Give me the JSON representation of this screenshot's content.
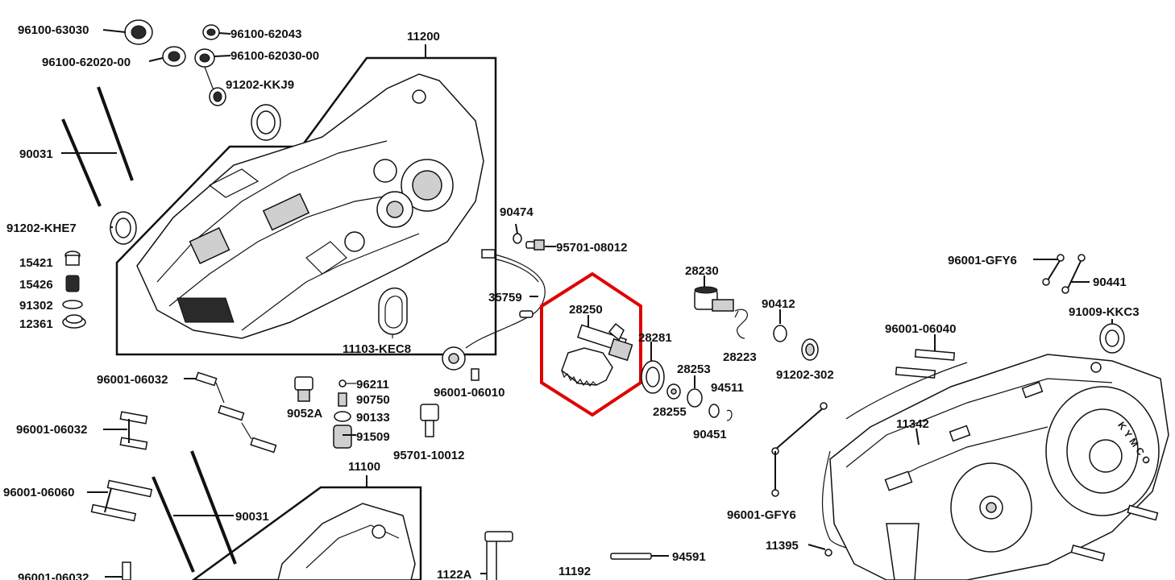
{
  "diagram": {
    "highlight_color": "#e00000",
    "labels": {
      "p96100_63030": "96100-63030",
      "p96100_62043": "96100-62043",
      "p11200": "11200",
      "p96100_62020": "96100-62020-00",
      "p96100_62030": "96100-62030-00",
      "p91202_kkj9": "91202-KKJ9",
      "p90031_top": "90031",
      "p91202_khe7": "91202-KHE7",
      "p15421": "15421",
      "p15426": "15426",
      "p91302": "91302",
      "p12361": "12361",
      "p11103_kec8": "11103-KEC8",
      "p90474": "90474",
      "p95701_08012": "95701-08012",
      "p35759": "35759",
      "p28250": "28250",
      "p28281": "28281",
      "p28230": "28230",
      "p90412": "90412",
      "p28223": "28223",
      "p91202_302": "91202-302",
      "p28253": "28253",
      "p94511": "94511",
      "p28255": "28255",
      "p90451": "90451",
      "p96001_06010": "96001-06010",
      "p96001_06032_a": "96001-06032",
      "p96001_06032_b": "96001-06032",
      "p96001_06060": "96001-06060",
      "p90031_bottom": "90031",
      "p96001_06032_c": "96001-06032",
      "p96211": "96211",
      "p90750": "90750",
      "p9052a": "9052A",
      "p90133": "90133",
      "p91509": "91509",
      "p95701_10012": "95701-10012",
      "p11100": "11100",
      "p1122a": "1122A",
      "p11192": "11192",
      "p94591": "94591",
      "p96001_gfy6_top": "96001-GFY6",
      "p90441": "90441",
      "p91009_kkc3": "91009-KKC3",
      "p96001_06040": "96001-06040",
      "p11342": "11342",
      "p96001_gfy6_bottom": "96001-GFY6",
      "p11395": "11395",
      "kymco_text": "KYMCO"
    }
  }
}
